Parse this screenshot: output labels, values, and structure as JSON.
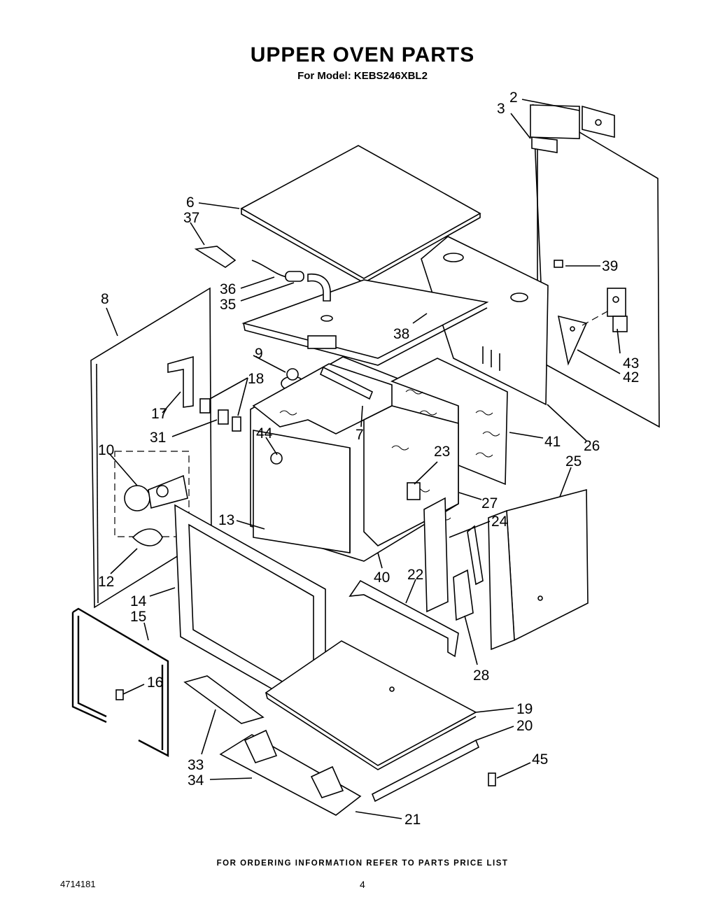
{
  "title": "UPPER OVEN PARTS",
  "subtitle": "For Model: KEBS246XBL2",
  "footer_note": "FOR ORDERING INFORMATION REFER TO PARTS PRICE LIST",
  "document_number": "4714181",
  "page_number": "4",
  "callouts": [
    "2",
    "3",
    "6",
    "37",
    "39",
    "36",
    "35",
    "8",
    "38",
    "43",
    "42",
    "9",
    "18",
    "17",
    "31",
    "44",
    "7",
    "41",
    "26",
    "10",
    "23",
    "25",
    "27",
    "24",
    "13",
    "12",
    "40",
    "22",
    "14",
    "15",
    "16",
    "28",
    "19",
    "20",
    "33",
    "34",
    "45",
    "21"
  ]
}
